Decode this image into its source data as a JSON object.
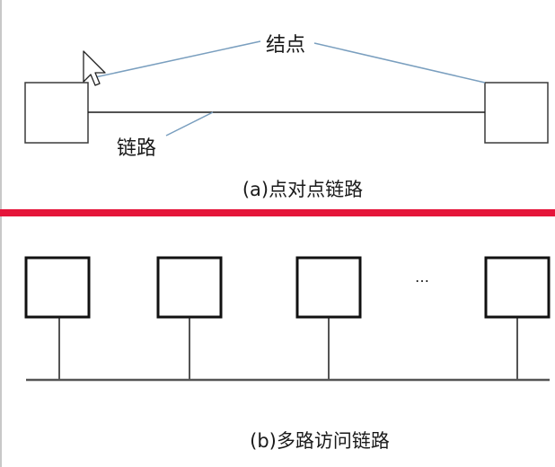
{
  "panel_a": {
    "node_label": "结点",
    "link_label": "链路",
    "caption": "(a)点对点链路"
  },
  "panel_b": {
    "ellipsis": "…",
    "caption": "(b)多路访问链路"
  },
  "colors": {
    "divider": "#e5153a",
    "callout_line": "#7a9fbf",
    "box_stroke": "#3a3a3a",
    "left_edge": "#c8c8c8"
  }
}
